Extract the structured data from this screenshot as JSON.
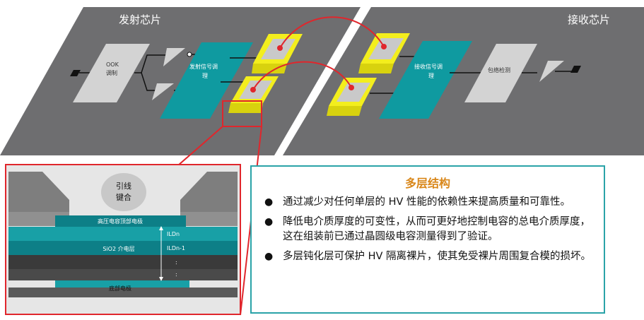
{
  "tx_chip": {
    "label": "发射芯片"
  },
  "rx_chip": {
    "label": "接收芯片"
  },
  "blocks": {
    "ook": {
      "label_1": "OOK",
      "label_2": "调制"
    },
    "tx_cond": {
      "label_1": "发射信号调",
      "label_2": "理"
    },
    "rx_cond": {
      "label_1": "接收信号调",
      "label_2": "理"
    },
    "env_detect": {
      "label": "包络检测"
    }
  },
  "cross_section": {
    "bond_label_1": "引线",
    "bond_label_2": "键合",
    "top_electrode": "高压电容顶部电极",
    "ild_n": "ILDn",
    "sio2": "SiO2 介电层",
    "ild_n1": "ILDn-1",
    "dots_1": ":",
    "dots_2": ":",
    "bottom_electrode": "底部电极"
  },
  "info": {
    "title": "多层结构",
    "bullets": [
      "通过减少对任何单层的 HV 性能的依赖性来提高质量和可靠性。",
      "降低电介质厚度的可变性，从而可更好地控制电容的总电介质厚度，这在组装前已通过晶圆级电容测量得到了验证。",
      "多层钝化层可保护 HV 隔离裸片，使其免受裸片周围复合模的损坏。"
    ]
  },
  "colors": {
    "chip_gray": "#6e6e70",
    "block_light": "#d3d3d3",
    "teal": "#0f9aa0",
    "pad_yellow": "#f3ee1d",
    "wire_red": "#e0262c",
    "title_orange": "#d9871a",
    "border_teal": "#2aa3a8"
  }
}
